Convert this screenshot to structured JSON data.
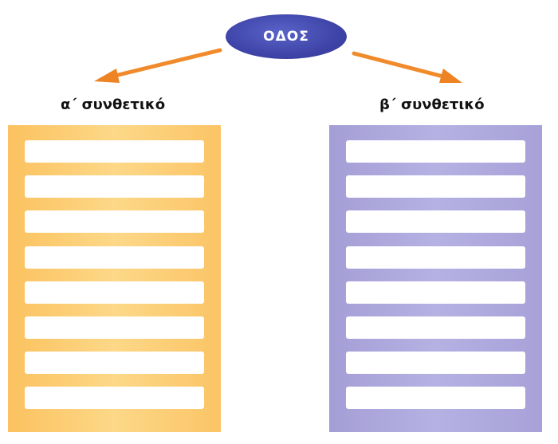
{
  "root": {
    "label": "ΟΔΟΣ"
  },
  "left_column": {
    "title": "α΄ συνθετικό",
    "slots": 8
  },
  "right_column": {
    "title": "β΄ συνθετικό",
    "slots": 8
  },
  "colors": {
    "root_fill": "#3f45a8",
    "arrow": "#f08a2a",
    "left_panel": "#fcd07a",
    "right_panel": "#aea8de"
  }
}
